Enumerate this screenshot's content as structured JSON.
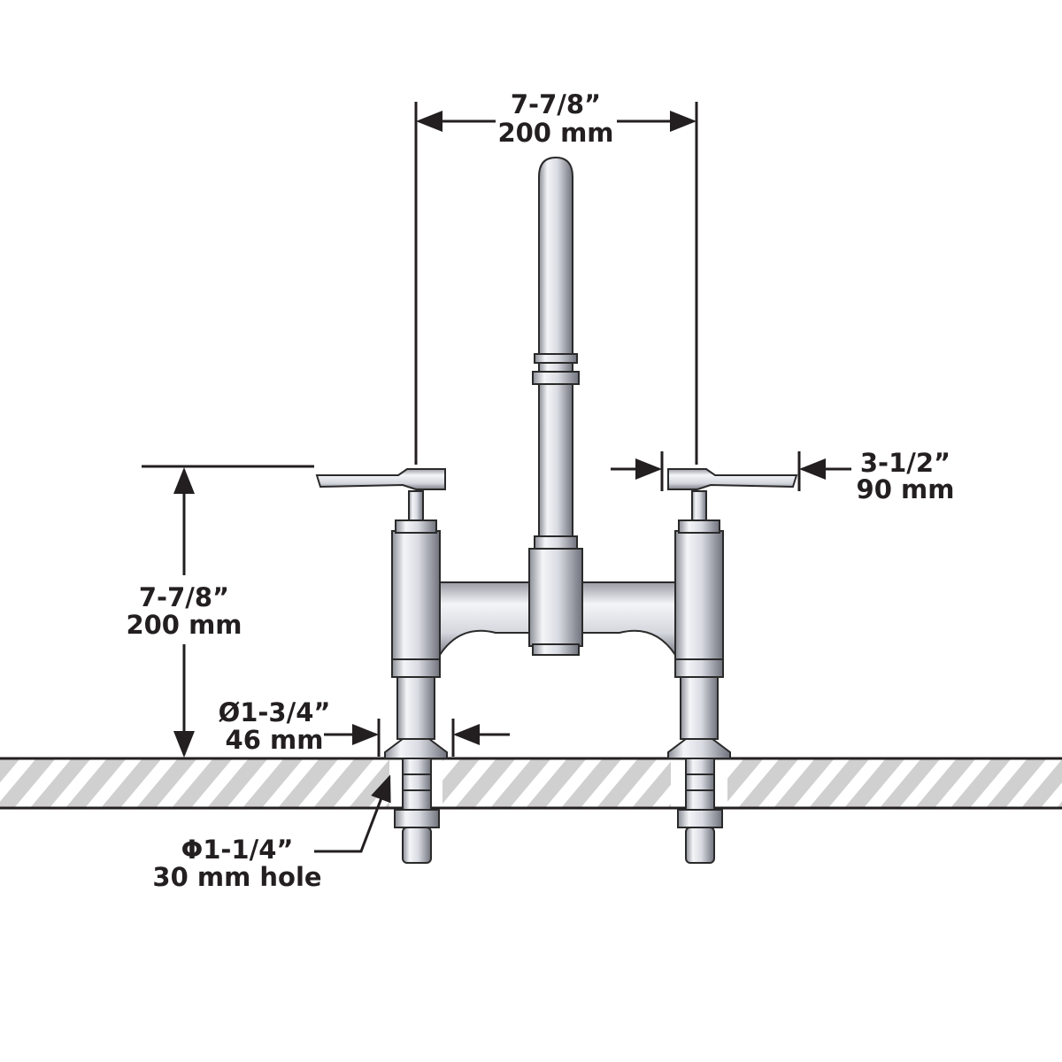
{
  "title": "Bridge faucet dimension diagram",
  "dimensions": {
    "handle_spacing": {
      "imperial": "7-7/8”",
      "metric": "200 mm"
    },
    "handle_length": {
      "imperial": "3-1/2”",
      "metric": "90 mm"
    },
    "handle_height": {
      "imperial": "7-7/8”",
      "metric": "200 mm"
    },
    "base_diameter": {
      "imperial": "Ø1-3/4”",
      "metric": "46 mm"
    },
    "hole_diameter": {
      "imperial": "Φ1-1/4”",
      "metric": "30 mm hole"
    }
  },
  "colors": {
    "ink": "#231f20",
    "hatch": "#cfcfcf"
  }
}
